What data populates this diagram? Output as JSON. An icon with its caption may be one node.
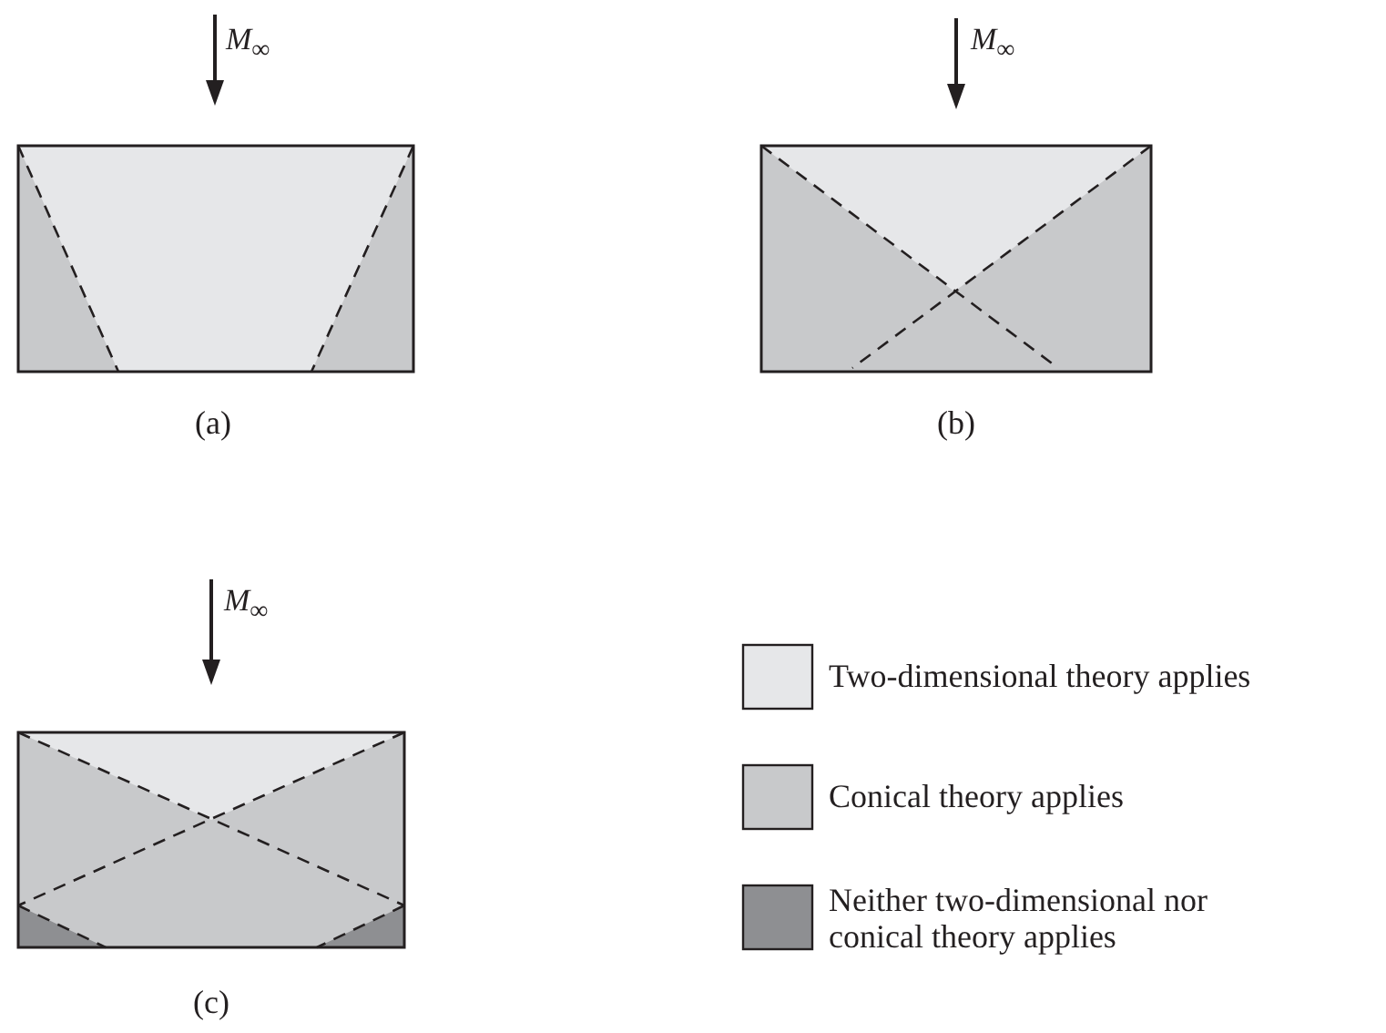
{
  "diagram": {
    "labels": [
      "*M*$_{∞}$",
      "*M*$_{∞}$",
      "(a)",
      "(b)",
      "*M*$_{∞}$",
      "(c)"
    ],
    "legend": [
      {
        "text": "Two-dimensional theory applies",
        "color": "#e6e7e9"
      },
      {
        "text": "Conical theory applies",
        "color": "#c8c9cb"
      },
      {
        "text": "Neither two-dimensional nor conical theory applies",
        "color": "#8e8f92"
      }
    ]
  }
}
